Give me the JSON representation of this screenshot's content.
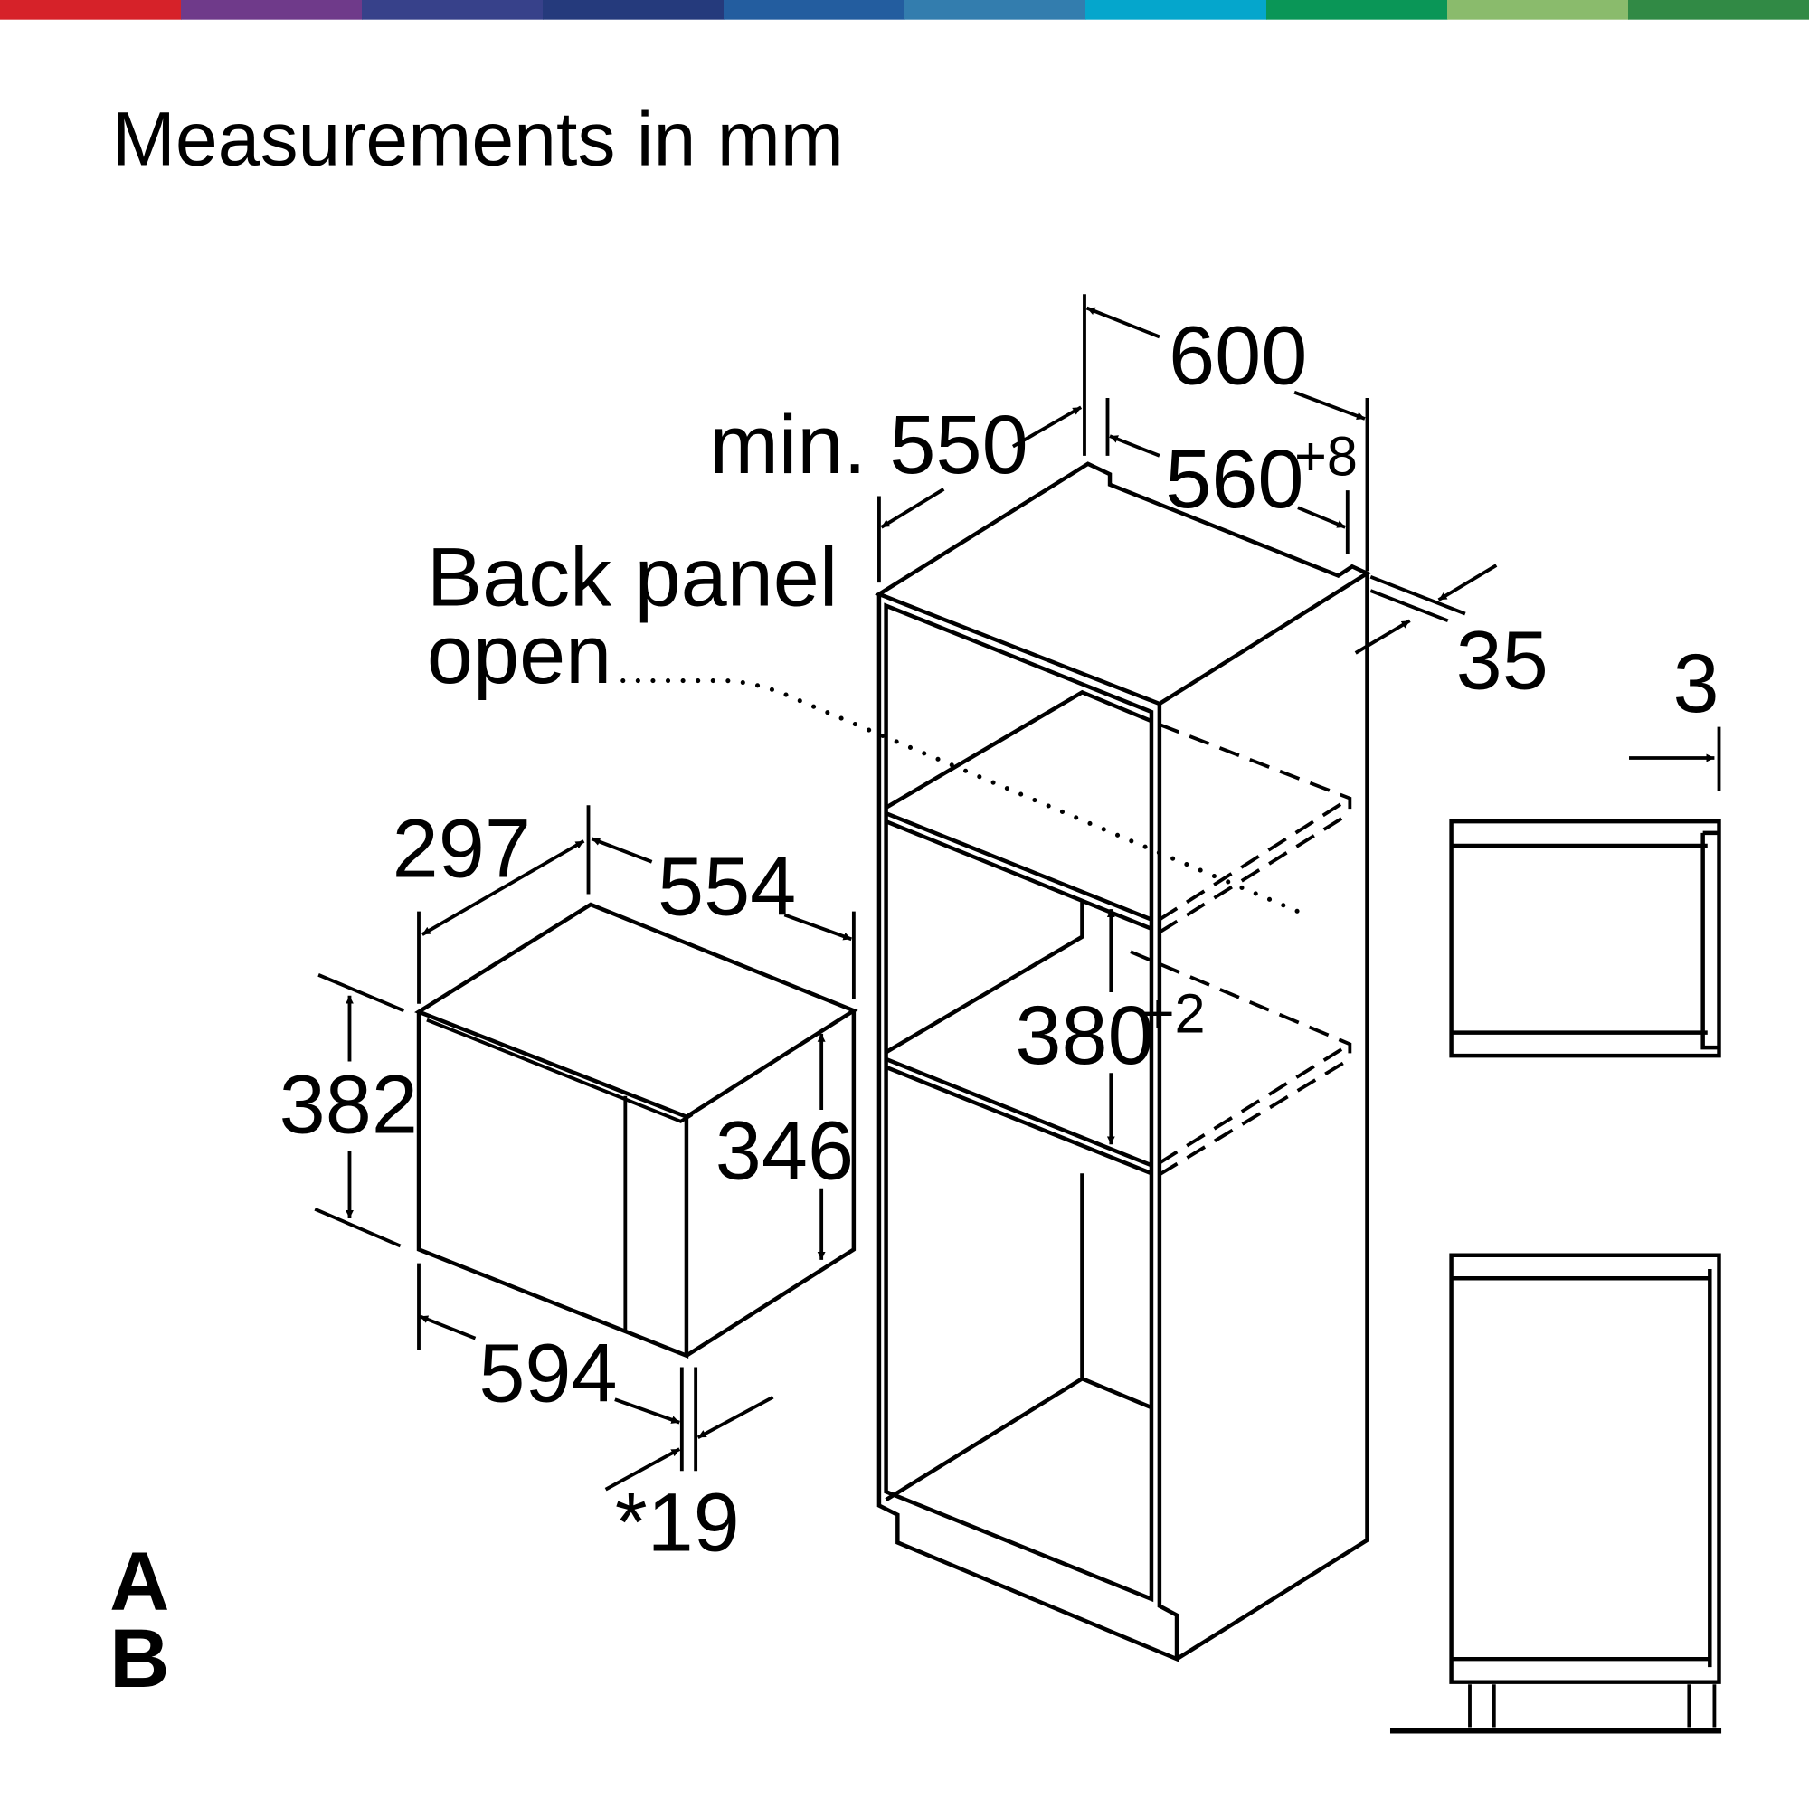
{
  "header": {
    "title": "Measurements in mm",
    "color_bar": [
      "#d62229",
      "#6f3a8a",
      "#37418a",
      "#253a7c",
      "#235d9f",
      "#337dae",
      "#05a6cc",
      "#0a9657",
      "#8abb6c",
      "#318a45"
    ]
  },
  "appliance": {
    "depth": "297",
    "width_top": "554",
    "height": "382",
    "inner_height": "346",
    "width_front": "594",
    "door_thickness": "*19"
  },
  "cabinet": {
    "min_depth": "min. 550",
    "outer_width": "600",
    "niche_width": "560",
    "niche_width_tolerance": "+8",
    "side_thickness": "35",
    "back_panel_line1": "Back panel",
    "back_panel_line2": "open",
    "niche_height": "380",
    "niche_height_tolerance": "+2"
  },
  "side_view": {
    "partial_label": "3"
  },
  "legend": {
    "a": "A",
    "b": "B"
  }
}
